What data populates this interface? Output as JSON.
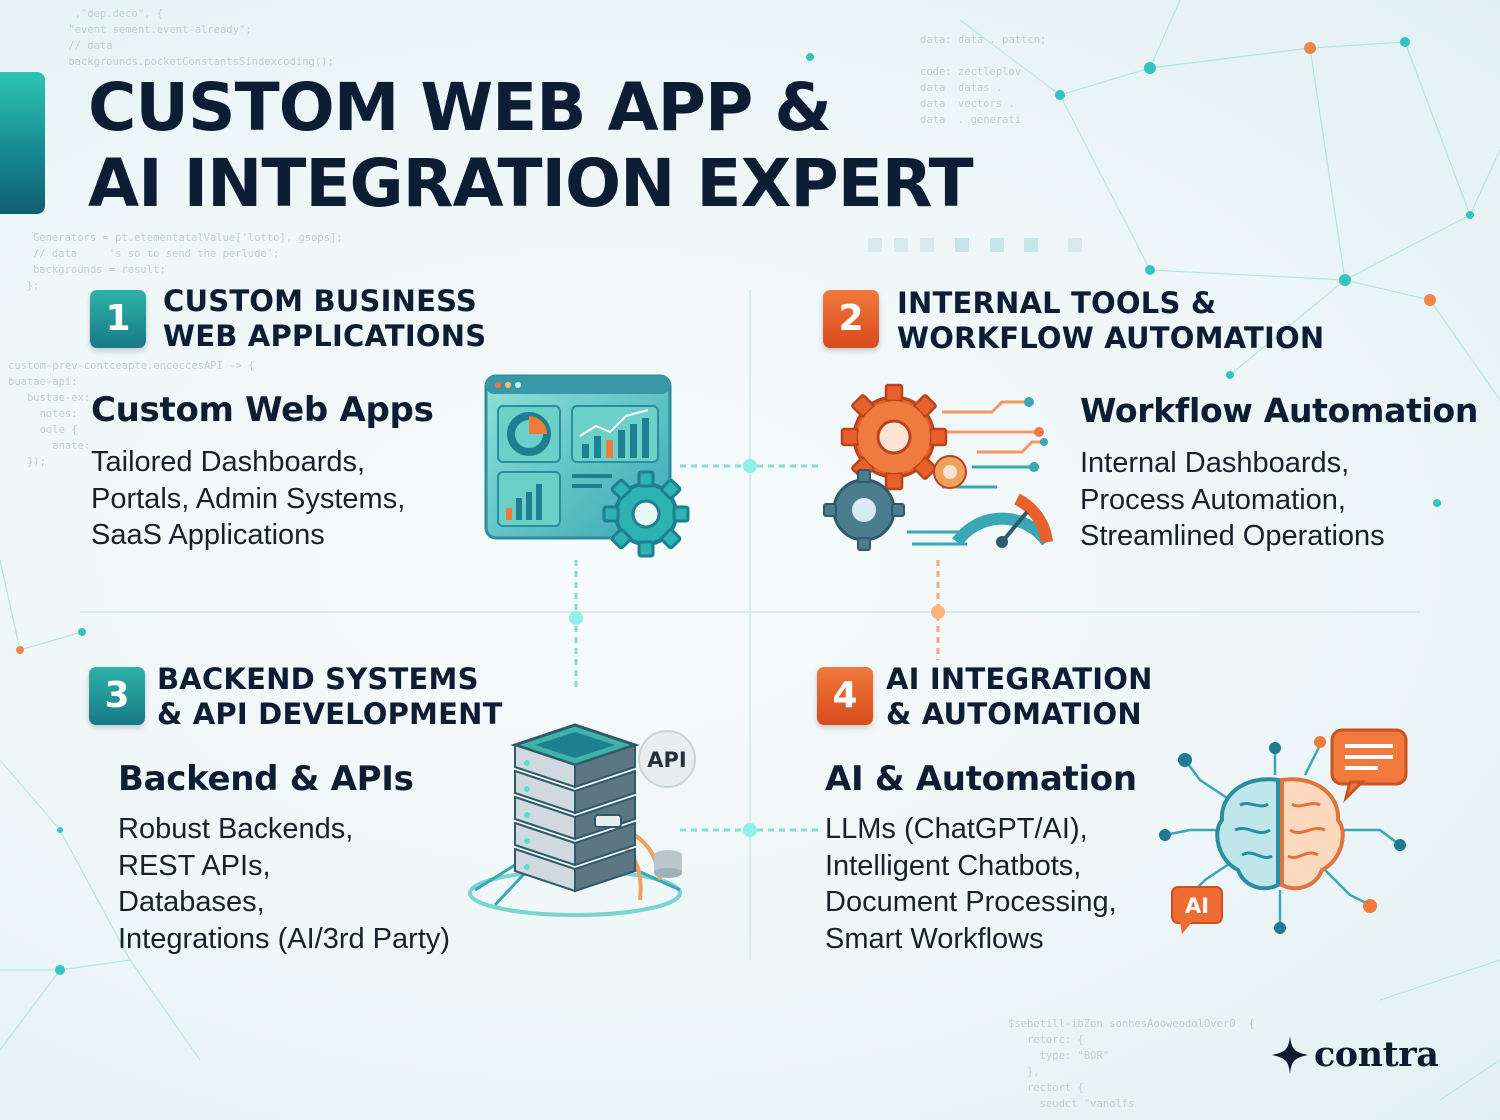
{
  "title": {
    "line1": "CUSTOM WEB APP &",
    "line2": "AI INTEGRATION EXPERT"
  },
  "colors": {
    "navy": "#0d1d33",
    "teal": "#1f9a9a",
    "orange": "#e8602c",
    "background": "#eef6f8"
  },
  "sections": [
    {
      "number": "1",
      "heading": [
        "CUSTOM BUSINESS",
        "WEB APPLICATIONS"
      ],
      "title": "Custom Web Apps",
      "lines": [
        "Tailored Dashboards,",
        "Portals, Admin Systems,",
        "SaaS Applications"
      ],
      "icon": "dashboard-gear-icon",
      "accent": "teal"
    },
    {
      "number": "2",
      "heading": [
        "INTERNAL TOOLS &",
        "WORKFLOW AUTOMATION"
      ],
      "title": "Workflow Automation",
      "lines": [
        "Internal Dashboards,",
        "Process Automation,",
        "Streamlined Operations"
      ],
      "icon": "gears-gauge-icon",
      "accent": "orange"
    },
    {
      "number": "3",
      "heading": [
        "BACKEND SYSTEMS",
        "& API DEVELOPMENT"
      ],
      "title": "Backend & APIs",
      "lines": [
        "Robust Backends,",
        "REST APIs,",
        "Databases,",
        "Integrations (AI/3rd Party)"
      ],
      "icon": "server-stack-icon",
      "icon_label": "API",
      "accent": "teal"
    },
    {
      "number": "4",
      "heading": [
        "AI INTEGRATION",
        "& AUTOMATION"
      ],
      "title": "AI & Automation",
      "lines": [
        "LLMs (ChatGPT/AI),",
        "Intelligent Chatbots,",
        "Document Processing,",
        "Smart Workflows"
      ],
      "icon": "ai-brain-icon",
      "icon_label": "AI",
      "accent": "orange"
    }
  ],
  "logo": {
    "text": "contra",
    "icon": "four-point-star-icon"
  }
}
